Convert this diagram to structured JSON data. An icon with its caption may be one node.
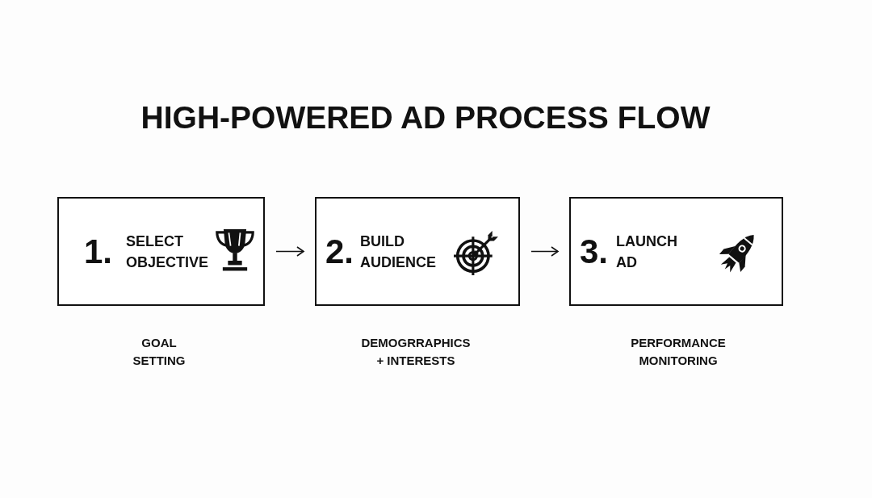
{
  "diagram": {
    "title": "HIGH-POWERED AD PROCESS FLOW",
    "nodes": [
      {
        "text": [
          "1.",
          "SELECT OBJECTIVE"
        ],
        "beside": [
          "GOAL SETTING"
        ]
      },
      {
        "text": [
          "2.",
          "BUILD AUDIENCE"
        ],
        "beside": [
          "DEMOGRRAPHICS + INTERESTS"
        ]
      },
      {
        "text": [
          "3.",
          "LAUNCH AD"
        ],
        "beside": [
          "PERFORMANCE MONITORING"
        ]
      }
    ],
    "edges": [
      {
        "from": 0,
        "to": 1,
        "arrow": "to"
      },
      {
        "from": 1,
        "to": 2,
        "arrow": "to"
      }
    ]
  }
}
